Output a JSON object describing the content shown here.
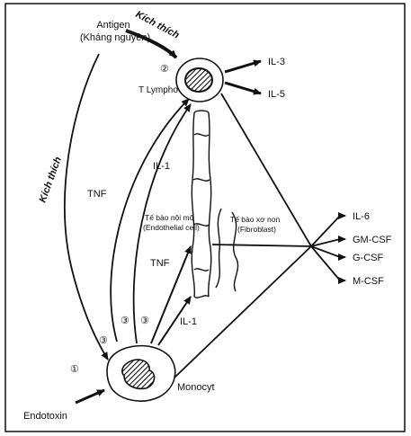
{
  "labels": {
    "antigen": "Antigen",
    "antigen_vi": "(Kháng nguyên)",
    "kich_thich_top": "Kích thích",
    "kich_thich_left": "Kích thích",
    "num_2": "②",
    "t_lympho": "T Lympho",
    "il3": "IL-3",
    "il5": "IL-5",
    "tnf_left": "TNF",
    "il1_upper": "IL-1",
    "endothelial_vi": "Tế bào nội mô",
    "endothelial_en": "(Endothelial cell)",
    "fibroblast_vi": "Tế bào xơ non",
    "fibroblast_en": "(Fibroblast)",
    "tnf_mid": "TNF",
    "il1_lower": "IL-1",
    "il6": "IL-6",
    "gmcsf": "GM-CSF",
    "gcsf": "G-CSF",
    "mcsf": "M-CSF",
    "num_3a": "③",
    "num_3b": "③",
    "num_3c": "③",
    "num_1": "①",
    "monocyt": "Monocyt",
    "endotoxin": "Endotoxin"
  },
  "colors": {
    "ink": "#111111",
    "paper": "#ffffff"
  }
}
